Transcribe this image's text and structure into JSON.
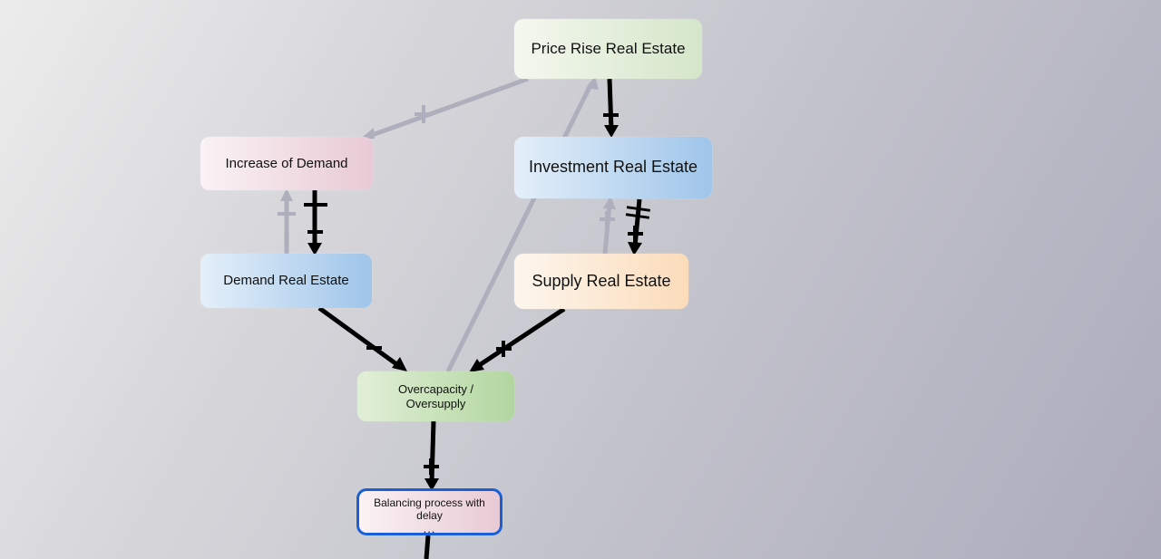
{
  "nodes": {
    "price_rise": "Price Rise Real Estate",
    "increase_demand": "Increase of Demand",
    "investment": "Investment Real Estate",
    "demand": "Demand Real Estate",
    "supply": "Supply Real Estate",
    "overcapacity": "Overcapacity / Oversupply",
    "balancing": "Balancing process with delay",
    "balancing_more": "..."
  },
  "links": [
    {
      "from": "price_rise",
      "to": "increase_demand",
      "polarity": "+",
      "active": false
    },
    {
      "from": "price_rise",
      "to": "investment",
      "polarity": "+",
      "active": true
    },
    {
      "from": "increase_demand",
      "to": "demand",
      "polarity": "+",
      "active": true,
      "delay": true
    },
    {
      "from": "demand",
      "to": "increase_demand",
      "polarity": "+",
      "active": false
    },
    {
      "from": "investment",
      "to": "supply",
      "polarity": "+",
      "active": true,
      "delay": true
    },
    {
      "from": "supply",
      "to": "investment",
      "polarity": "+",
      "active": false
    },
    {
      "from": "demand",
      "to": "overcapacity",
      "polarity": "−",
      "active": true
    },
    {
      "from": "supply",
      "to": "overcapacity",
      "polarity": "+",
      "active": true
    },
    {
      "from": "overcapacity",
      "to": "price_rise",
      "polarity": "",
      "active": false
    },
    {
      "from": "overcapacity",
      "to": "balancing",
      "polarity": "+",
      "active": true
    },
    {
      "from": "balancing",
      "to": "",
      "polarity": "",
      "active": true
    }
  ],
  "colors": {
    "active_link": "#000000",
    "inactive_link": "#aeaebc",
    "selected_border": "#1a5fd6"
  }
}
